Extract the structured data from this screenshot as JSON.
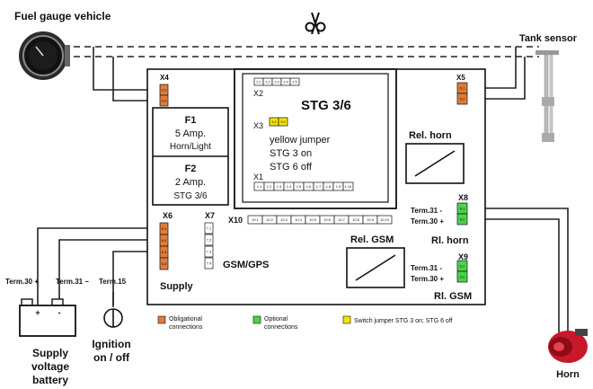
{
  "labels": {
    "fuel_gauge": "Fuel gauge vehicle",
    "tank_sensor": "Tank sensor",
    "stg_title": "STG 3/6",
    "x2": "X2",
    "x3": "X3",
    "x1": "X1",
    "x4": "X4",
    "x5": "X5",
    "x6": "X6",
    "x7": "X7",
    "x8": "X8",
    "x9": "X9",
    "x10": "X10",
    "jumper_lines": [
      "yellow jumper",
      "STG 3 on",
      "STG 6 off"
    ],
    "f1": {
      "name": "F1",
      "amp": "5 Amp.",
      "desc": "Horn/Light"
    },
    "f2": {
      "name": "F2",
      "amp": "2 Amp.",
      "desc": "STG 3/6"
    },
    "rel_horn": "Rel. horn",
    "rel_gsm": "Rel. GSM",
    "rl_horn": "Rl. horn",
    "rl_gsm": "Rl. GSM",
    "gsm_gps": "GSM/GPS",
    "supply": "Supply",
    "term30p": "Term.30 +",
    "term31m": "Term.31 –",
    "term15": "Term.15",
    "x8_term31": "Term.31 -",
    "x8_term30": "Term.30 +",
    "x9_term31": "Term.31 -",
    "x9_term30": "Term.30 +",
    "battery": [
      "Supply",
      "voltage",
      "battery"
    ],
    "ignition": [
      "Ignition",
      "on / off"
    ],
    "horn": "Horn",
    "batt_plus": "+",
    "batt_minus": "-"
  },
  "pins": {
    "x2": [
      "2.1",
      "2.2",
      "2.3",
      "2.4",
      "2.5"
    ],
    "x3": [
      "3.1",
      "3.2"
    ],
    "x1": [
      "1.1",
      "1.2",
      "1.3",
      "1.4",
      "1.5",
      "1.6",
      "1.7",
      "1.8",
      "1.9",
      "1.10"
    ],
    "x4": [
      "4.1",
      "4.2"
    ],
    "x5": [
      "5.1",
      "5.2"
    ],
    "x6": [
      "6.1",
      "6.2",
      "6.3",
      "6.4"
    ],
    "x7": [
      "7.1",
      "7.2",
      "7.3",
      "7.4"
    ],
    "x8": [
      "8.1",
      "8.2"
    ],
    "x9": [
      "9.1",
      "9.2"
    ],
    "x10": [
      "10.1",
      "10.2",
      "10.3",
      "10.4",
      "10.5",
      "10.6",
      "10.7",
      "10.8",
      "10.9",
      "10.10"
    ]
  },
  "legend": [
    {
      "color": "#e07b39",
      "text": [
        "Obligational",
        "connections"
      ]
    },
    {
      "color": "#4cd24c",
      "text": [
        "Optional",
        "connections"
      ]
    },
    {
      "color": "#f5e400",
      "text": [
        "Switch jumper STG 3 on;  STG 6 off"
      ]
    }
  ],
  "colors": {
    "obligational": "#e07b39",
    "optional": "#4cd24c",
    "jumper": "#f5e400"
  }
}
